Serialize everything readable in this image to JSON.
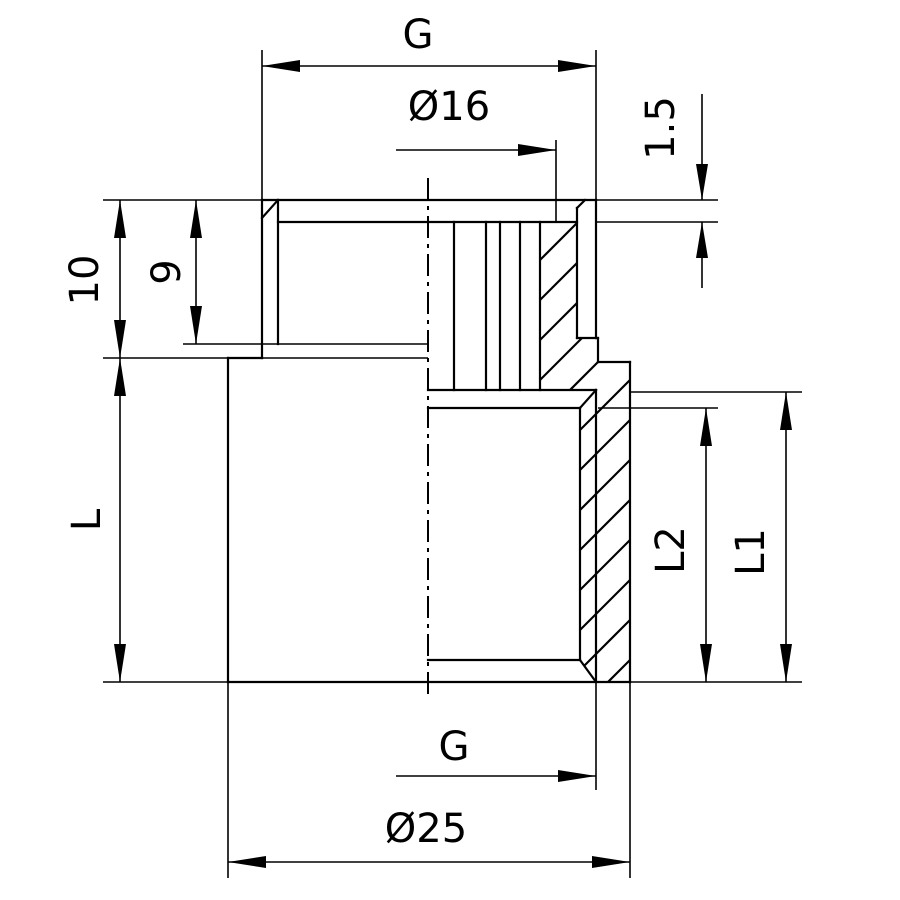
{
  "dimensions": {
    "top_thread": "G",
    "inner_diameter": "Ø16",
    "chamfer": "1.5",
    "total_top_depth": "10",
    "top_thread_depth": "9",
    "lower_length": "L",
    "bore_length_l2": "L2",
    "bore_length_l1": "L1",
    "bottom_thread": "G",
    "outer_diameter": "Ø25"
  }
}
